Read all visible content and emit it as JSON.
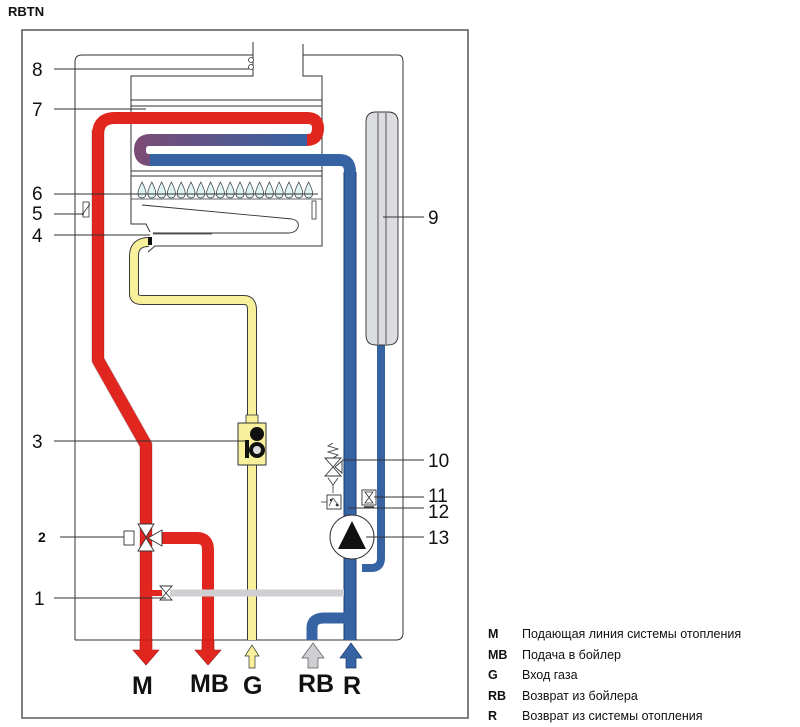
{
  "title": "RBTN",
  "callouts": {
    "c1": "1",
    "c2": "2",
    "c3": "3",
    "c4": "4",
    "c5": "5",
    "c6": "6",
    "c7": "7",
    "c8": "8",
    "c9": "9",
    "c10": "10",
    "c11": "11",
    "c12": "12",
    "c13": "13"
  },
  "ports": {
    "M": "M",
    "MB": "MB",
    "G": "G",
    "RB": "RB",
    "R": "R"
  },
  "colors": {
    "supply": "#e0261f",
    "return": "#3563a3",
    "gas": "#f8f09b",
    "bypass": "#cfcfd3",
    "vessel": "#dcdde0"
  },
  "legend": [
    {
      "code": "M",
      "text": "Подающая линия системы отопления"
    },
    {
      "code": "MB",
      "text": "Подача в бойлер"
    },
    {
      "code": "G",
      "text": "Вход газа"
    },
    {
      "code": "RB",
      "text": "Возврат из бойлера"
    },
    {
      "code": "R",
      "text": "Возврат из системы отопления"
    }
  ]
}
